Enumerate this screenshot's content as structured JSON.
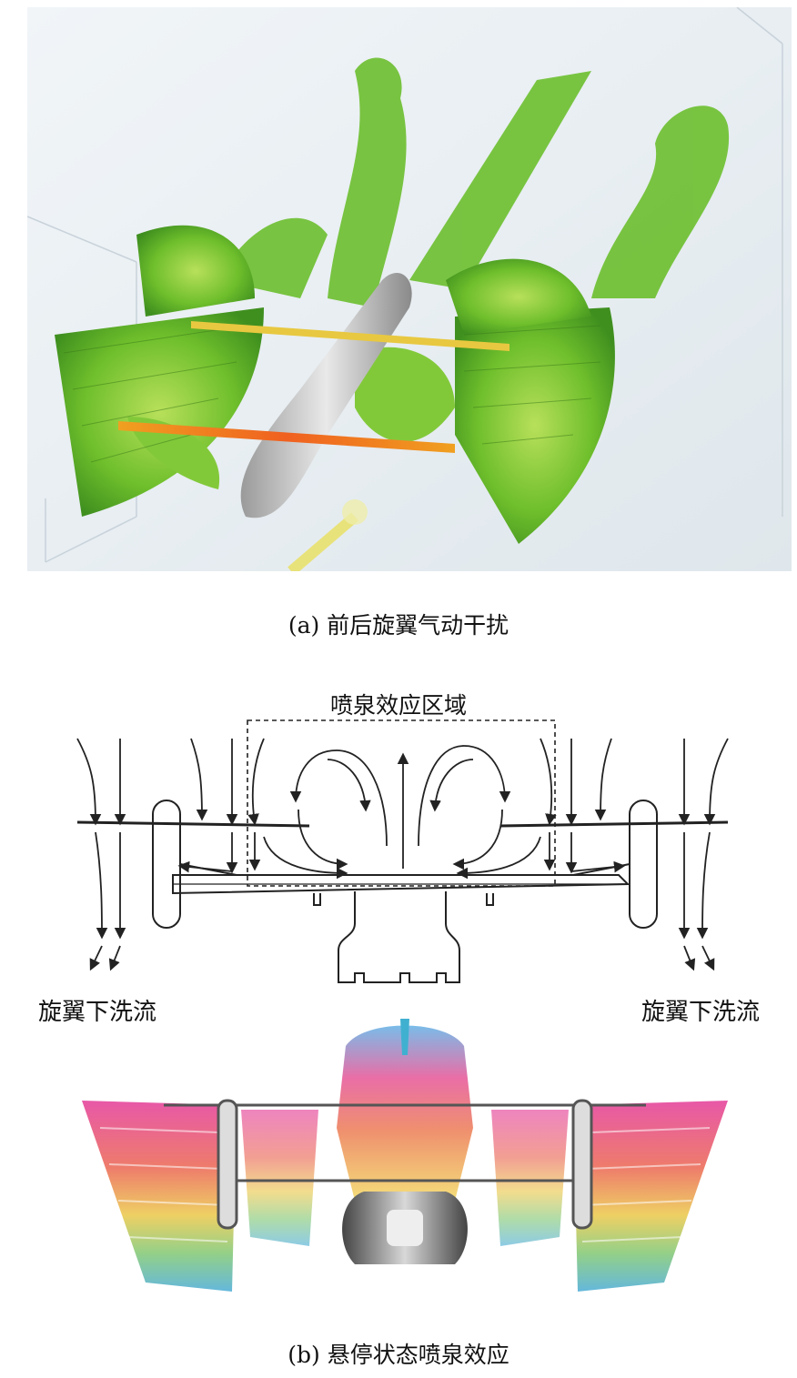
{
  "figure": {
    "panel_a": {
      "caption": "(a) 前后旋翼气动干扰"
    },
    "panel_b": {
      "fountain_region_label": "喷泉效应区域",
      "downwash_label_left": "旋翼下洗流",
      "downwash_label_right": "旋翼下洗流",
      "caption": "(b) 悬停状态喷泉效应"
    }
  }
}
